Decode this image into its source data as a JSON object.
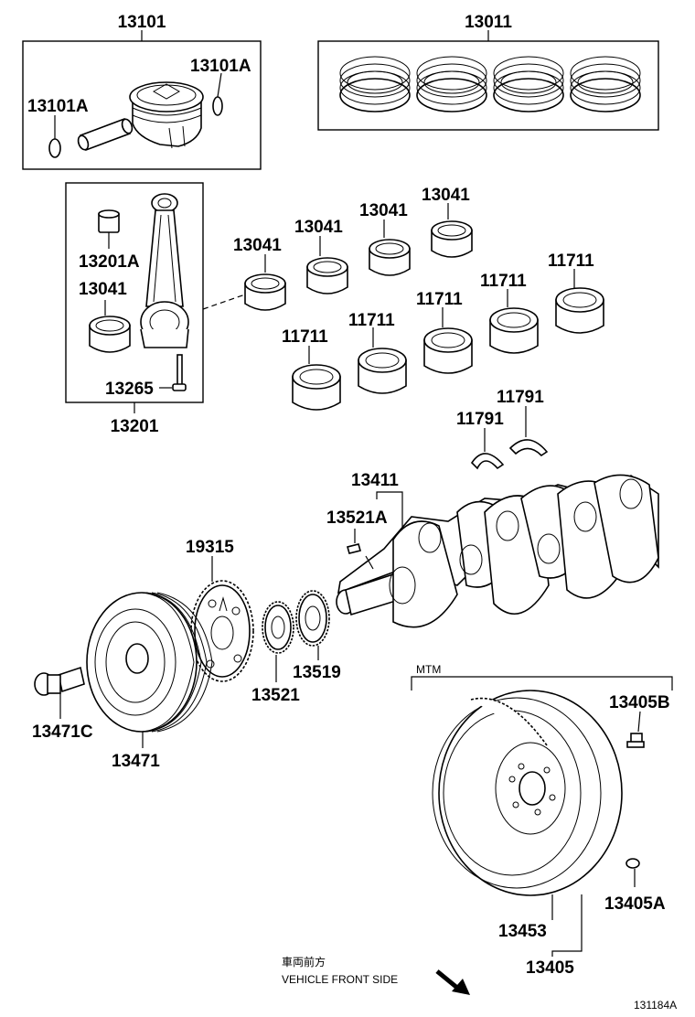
{
  "diagram": {
    "labels": {
      "piston_set": "13101",
      "snap_ring_right": "13101A",
      "snap_ring_left": "13101A",
      "ring_set": "13011",
      "rod_bushing": "13201A",
      "rod_bearing": "13041",
      "rod_bolt": "13265",
      "connecting_rod": "13201",
      "crank_bearing_a": "13041",
      "crank_bearing_b": "13041",
      "crank_bearing_c": "13041",
      "crank_bearing_d": "13041",
      "main_bearing_1": "11711",
      "main_bearing_2": "11711",
      "main_bearing_3": "11711",
      "main_bearing_4": "11711",
      "main_bearing_5": "11711",
      "thrust_washer_left": "11791",
      "thrust_washer_right": "11791",
      "crankshaft": "13411",
      "crank_key": "13521A",
      "timing_sprocket": "19315",
      "crank_gear": "13521",
      "oil_pump_gear": "13519",
      "pulley_bolt": "13471C",
      "crank_pulley": "13471",
      "flywheel_bolt": "13405B",
      "flywheel_pin": "13405A",
      "ring_gear": "13453",
      "flywheel": "13405",
      "mtm": "MTM",
      "front_jp": "車両前方",
      "front_en": "VEHICLE FRONT SIDE",
      "drawing_number": "131184A"
    }
  }
}
